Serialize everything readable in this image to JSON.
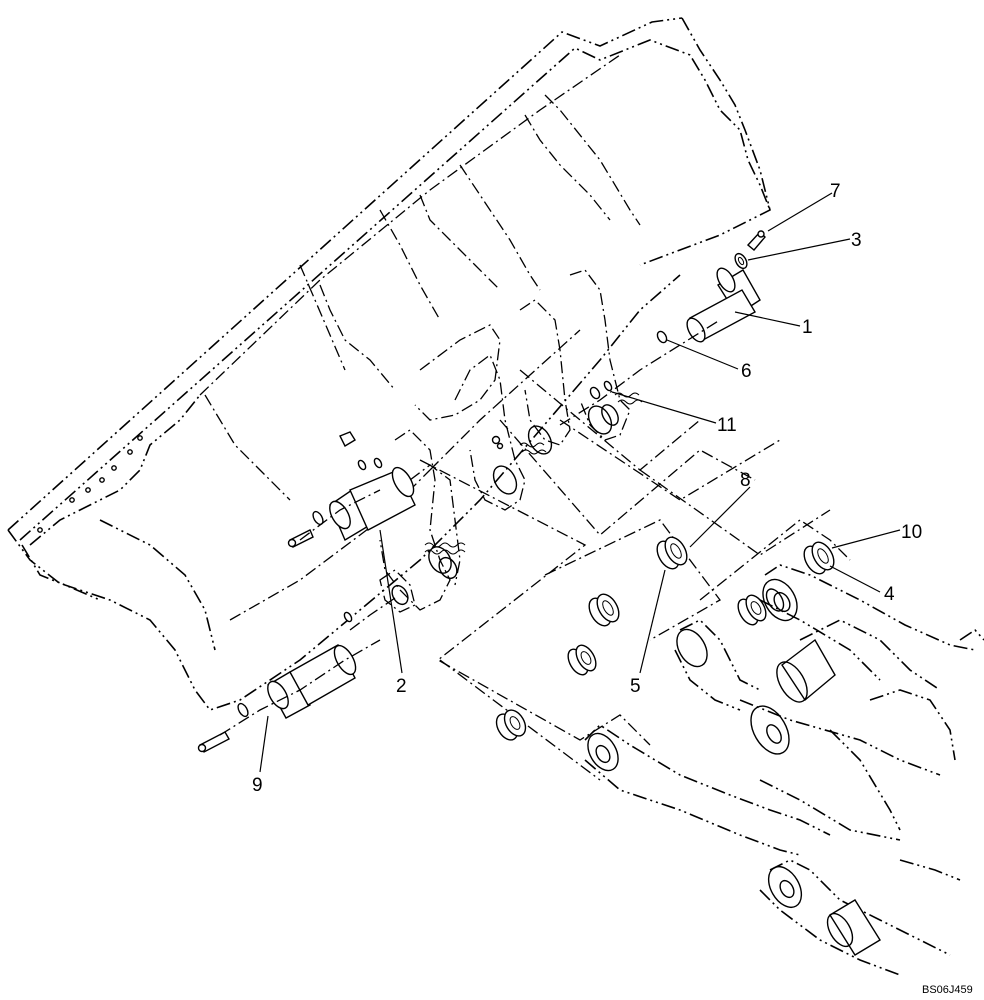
{
  "callouts": {
    "c1": "1",
    "c2": "2",
    "c3": "3",
    "c4": "4",
    "c5": "5",
    "c6": "6",
    "c7": "7",
    "c8": "8",
    "c9": "9",
    "c10": "10",
    "c11": "11"
  },
  "reference_code": "BS06J459"
}
